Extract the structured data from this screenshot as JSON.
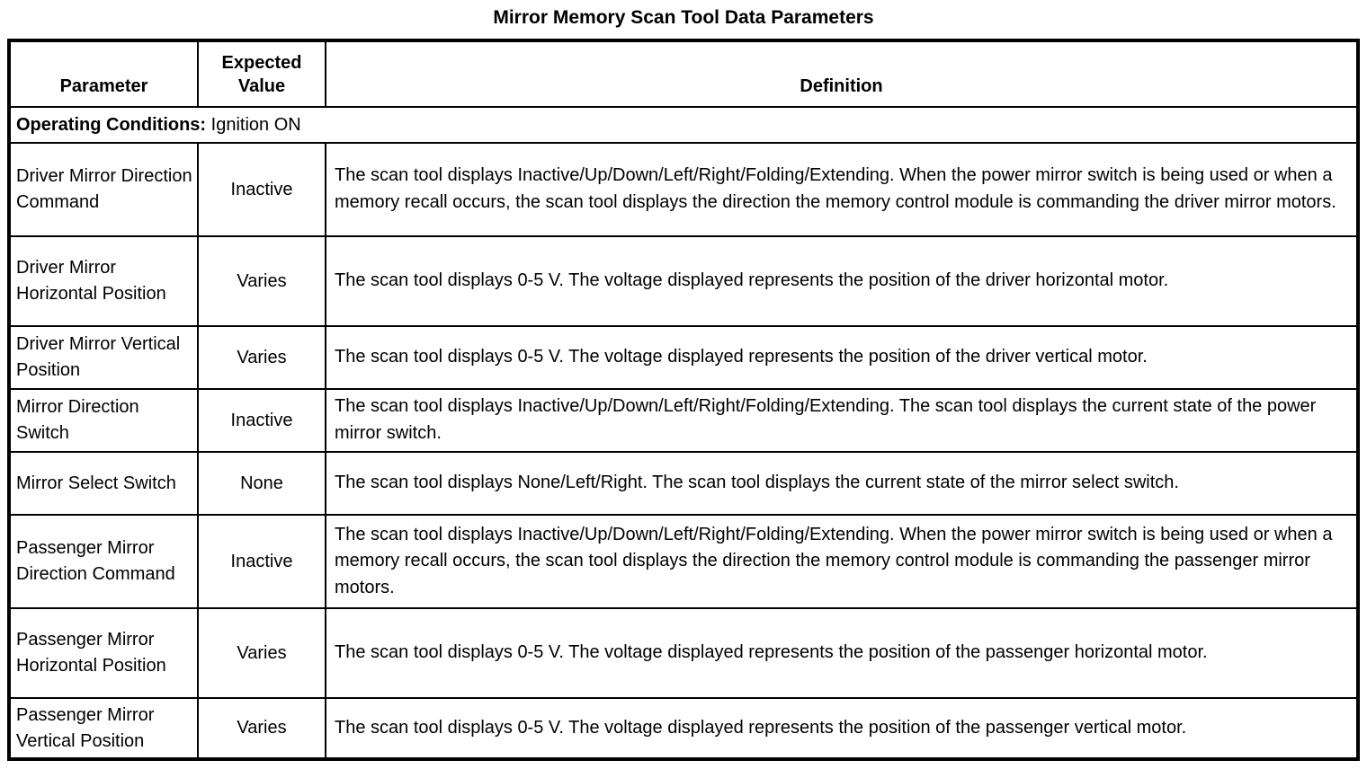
{
  "title": "Mirror Memory Scan Tool Data Parameters",
  "colors": {
    "border": "#000000",
    "text": "#000000",
    "background": "#ffffff"
  },
  "table": {
    "headers": {
      "parameter": "Parameter",
      "expected_value": "Expected Value",
      "definition": "Definition"
    },
    "operating_conditions": {
      "label": "Operating Conditions:",
      "value": "Ignition ON"
    },
    "rows": [
      {
        "parameter": "Driver Mirror Direction Command",
        "expected_value": "Inactive",
        "definition": "The scan tool displays Inactive/Up/Down/Left/Right/Folding/Extending. When the power mirror switch is being used or when a memory recall occurs, the scan tool displays the direction the memory control module is commanding the driver mirror motors."
      },
      {
        "parameter": "Driver Mirror Horizontal Position",
        "expected_value": "Varies",
        "definition": "The scan tool displays 0-5 V. The voltage displayed represents the position of the driver horizontal motor."
      },
      {
        "parameter": "Driver Mirror Vertical Position",
        "expected_value": "Varies",
        "definition": "The scan tool displays 0-5 V. The voltage displayed represents the position of the driver vertical motor."
      },
      {
        "parameter": "Mirror Direction Switch",
        "expected_value": "Inactive",
        "definition": "The scan tool displays Inactive/Up/Down/Left/Right/Folding/Extending. The scan tool displays the current state of the power mirror switch."
      },
      {
        "parameter": "Mirror Select Switch",
        "expected_value": "None",
        "definition": "The scan tool displays None/Left/Right. The scan tool displays the current state of the mirror select switch."
      },
      {
        "parameter": "Passenger Mirror Direction Command",
        "expected_value": "Inactive",
        "definition": "The scan tool displays Inactive/Up/Down/Left/Right/Folding/Extending. When the power mirror switch is being used or when a memory recall occurs, the scan tool displays the direction the memory control module is commanding the passenger mirror motors."
      },
      {
        "parameter": "Passenger Mirror Horizontal Position",
        "expected_value": "Varies",
        "definition": "The scan tool displays 0-5 V. The voltage displayed represents the position of the passenger horizontal motor."
      },
      {
        "parameter": "Passenger Mirror Vertical Position",
        "expected_value": "Varies",
        "definition": "The scan tool displays 0-5 V. The voltage displayed represents the position of the passenger vertical motor."
      }
    ]
  }
}
